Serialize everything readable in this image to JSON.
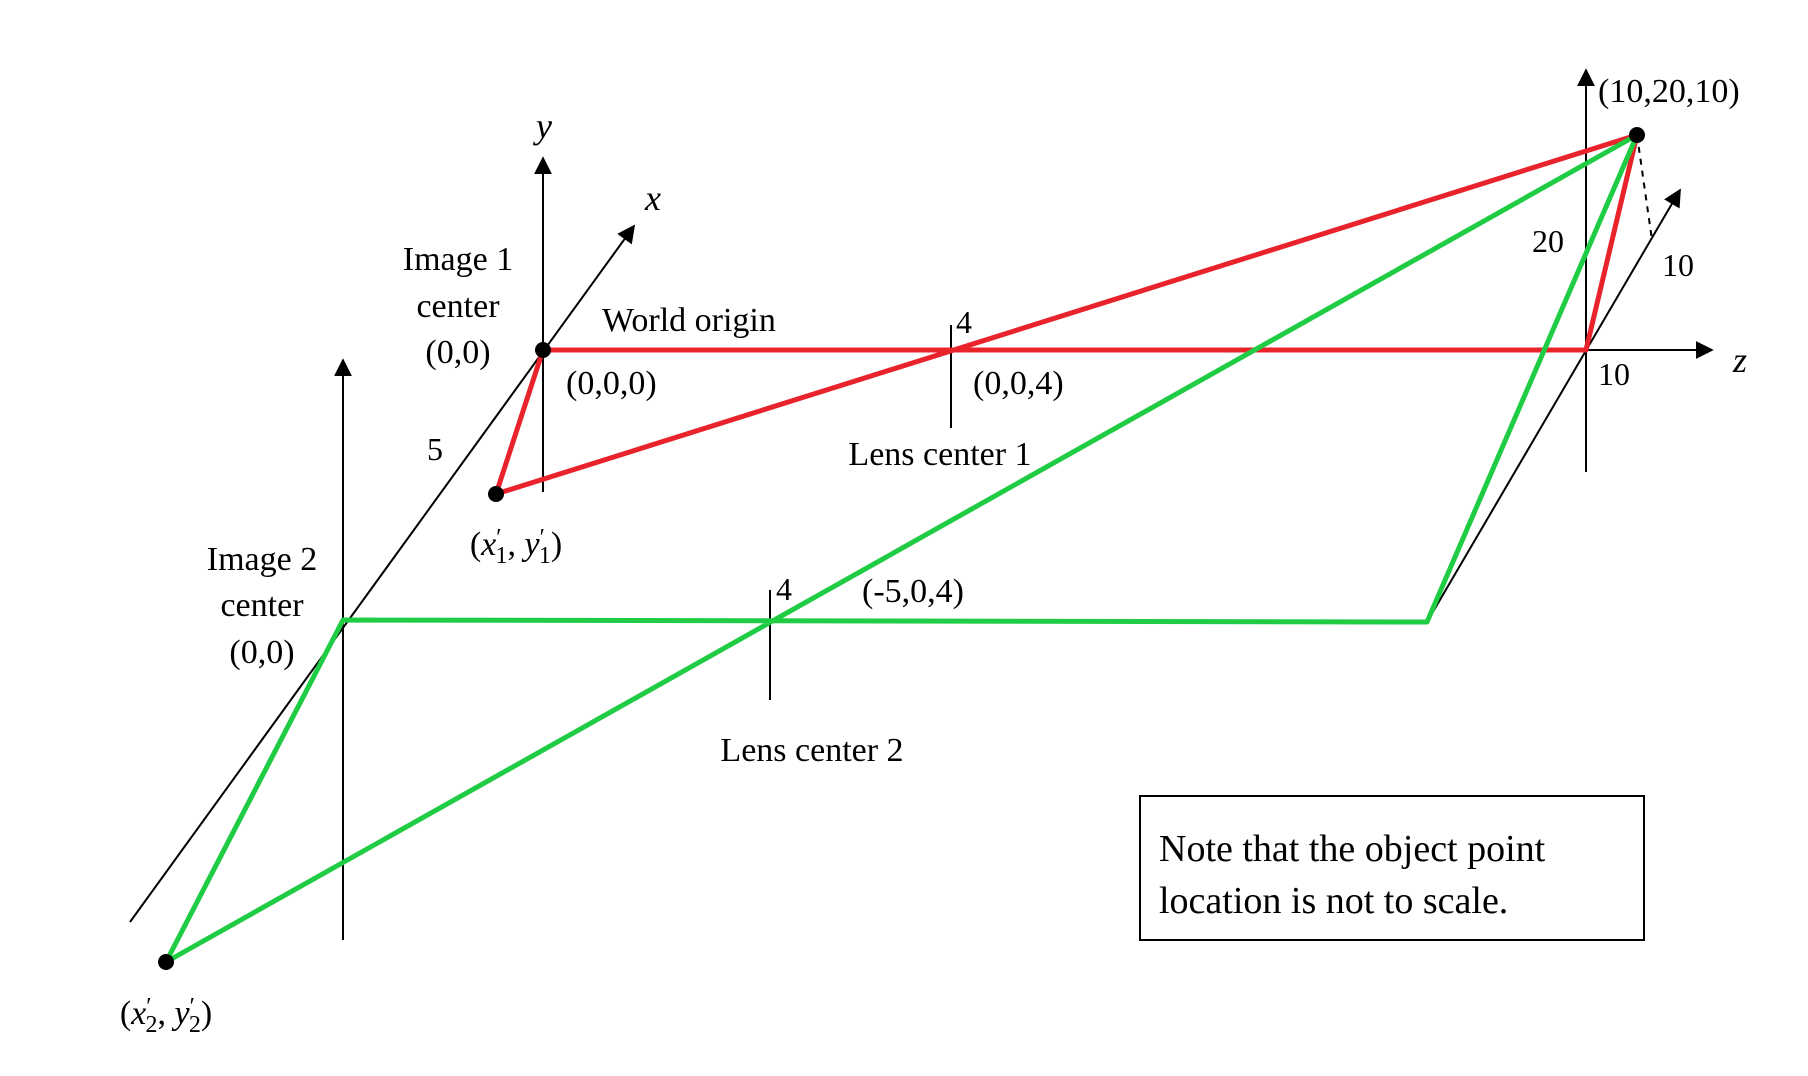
{
  "axes": {
    "x": "x",
    "y": "y",
    "z": "z"
  },
  "image1": {
    "line1": "Image 1",
    "line2": "center",
    "coord": "(0,0)"
  },
  "image2": {
    "line1": "Image 2",
    "line2": "center",
    "coord": "(0,0)"
  },
  "world_origin": {
    "label": "World origin",
    "coord": "(0,0,0)"
  },
  "lens1": {
    "label": "Lens center 1",
    "coord": "(0,0,4)",
    "tick": "4"
  },
  "lens2": {
    "label": "Lens center 2",
    "coord": "(-5,0,4)",
    "tick": "4"
  },
  "object_point": {
    "coord": "(10,20,10)",
    "y_len": "20",
    "x_len": "10",
    "z_len": "10"
  },
  "baseline_offset": "5",
  "image_point_1": {
    "x": "x",
    "y": "y",
    "prime": "′",
    "sub": "1"
  },
  "image_point_2": {
    "x": "x",
    "y": "y",
    "prime": "′",
    "sub": "2"
  },
  "note": {
    "line1": "Note that the object point",
    "line2": "location is not to scale."
  },
  "colors": {
    "ray1": "#e8232b",
    "ray2": "#1fcc44",
    "axis": "#000000"
  }
}
